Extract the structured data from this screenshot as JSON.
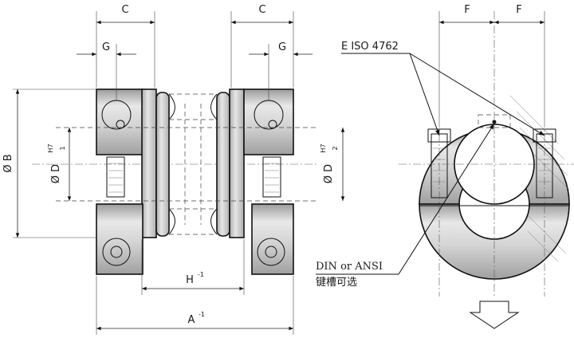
{
  "labels": {
    "c_left": "C",
    "c_right": "C",
    "g_left": "G",
    "g_right": "G",
    "f_left": "F",
    "f_right": "F",
    "dia_b": "Ø B",
    "dia_d1_main": "Ø D",
    "dia_d1_sup": "H7",
    "dia_d1_sub": "1",
    "dia_d2_main": "Ø D",
    "dia_d2_sup": "H7",
    "dia_d2_sub": "2",
    "h_main": "H",
    "h_sup": "-1",
    "a_main": "A",
    "a_sup": "-1",
    "screw_std": "E ISO 4762",
    "key_std": "DIN or ANSI",
    "key_optional": "键槽可选"
  },
  "colors": {
    "steel_light": "#e4e4e4",
    "steel_dark": "#9a9a9a",
    "outline": "#111111",
    "background": "#ffffff"
  }
}
